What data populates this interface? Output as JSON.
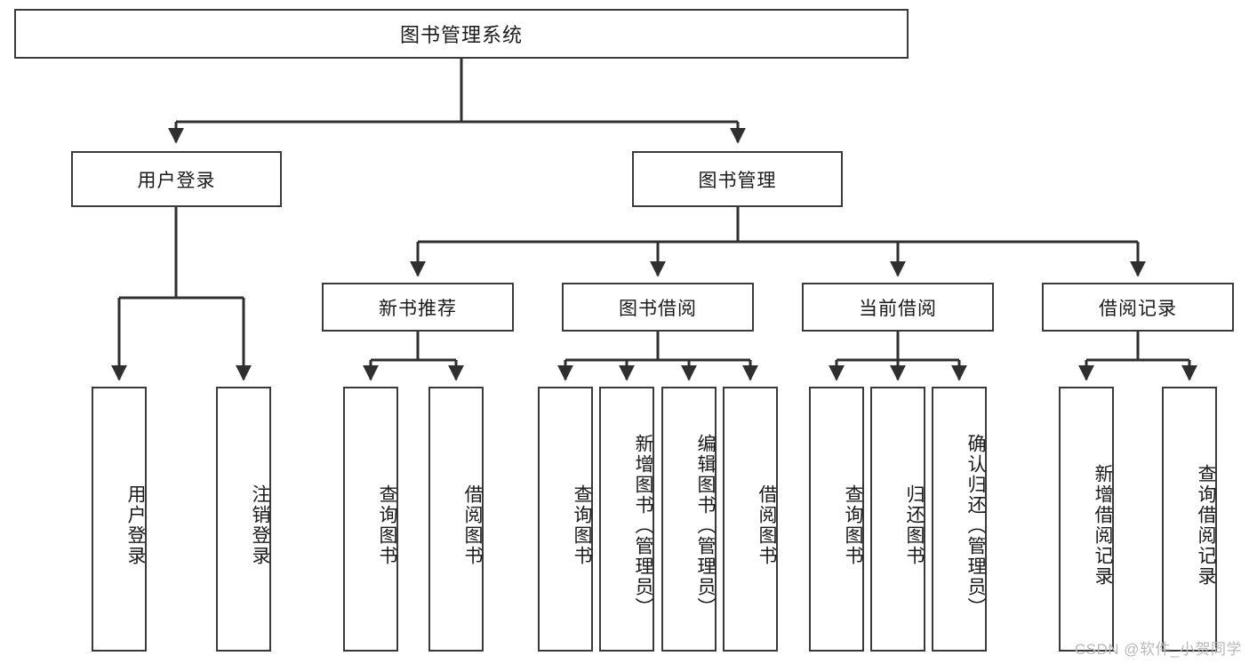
{
  "diagram": {
    "title": "图书管理系统",
    "type": "tree",
    "watermark": "CSDN @软件_小贺同学",
    "colors": {
      "box_border": "#3a3a3a",
      "box_fill": "#ffffff",
      "connector": "#2f2f2f",
      "text": "#1a1a1a",
      "watermark": "#b9b9b9"
    },
    "levels": {
      "level1": [
        {
          "id": "root",
          "label": "图书管理系统"
        }
      ],
      "level2": [
        {
          "id": "user-login",
          "label": "用户登录",
          "parent": "root"
        },
        {
          "id": "book-manage",
          "label": "图书管理",
          "parent": "root"
        }
      ],
      "level3": [
        {
          "id": "new-book-rec",
          "label": "新书推荐",
          "parent": "book-manage"
        },
        {
          "id": "book-borrow",
          "label": "图书借阅",
          "parent": "book-manage"
        },
        {
          "id": "current-borrow",
          "label": "当前借阅",
          "parent": "book-manage"
        },
        {
          "id": "borrow-record",
          "label": "借阅记录",
          "parent": "book-manage"
        }
      ],
      "leaves": [
        {
          "id": "leaf-user-login",
          "label": "用户登录",
          "parent": "user-login"
        },
        {
          "id": "leaf-logout-login",
          "label": "注销登录",
          "parent": "user-login"
        },
        {
          "id": "leaf-query-book-1",
          "label": "查询图书",
          "parent": "new-book-rec"
        },
        {
          "id": "leaf-borrow-book-1",
          "label": "借阅图书",
          "parent": "new-book-rec"
        },
        {
          "id": "leaf-query-book-2",
          "label": "查询图书",
          "parent": "book-borrow"
        },
        {
          "id": "leaf-add-book",
          "label": "新增图书（管理员）",
          "parent": "book-borrow"
        },
        {
          "id": "leaf-edit-book",
          "label": "编辑图书（管理员）",
          "parent": "book-borrow"
        },
        {
          "id": "leaf-borrow-book-2",
          "label": "借阅图书",
          "parent": "book-borrow"
        },
        {
          "id": "leaf-query-book-3",
          "label": "查询图书",
          "parent": "current-borrow"
        },
        {
          "id": "leaf-return-book",
          "label": "归还图书",
          "parent": "current-borrow"
        },
        {
          "id": "leaf-confirm-return",
          "label": "确认归还（管理员）",
          "parent": "current-borrow"
        },
        {
          "id": "leaf-add-record",
          "label": "新增借阅记录",
          "parent": "borrow-record"
        },
        {
          "id": "leaf-query-record",
          "label": "查询借阅记录",
          "parent": "borrow-record"
        }
      ]
    }
  }
}
